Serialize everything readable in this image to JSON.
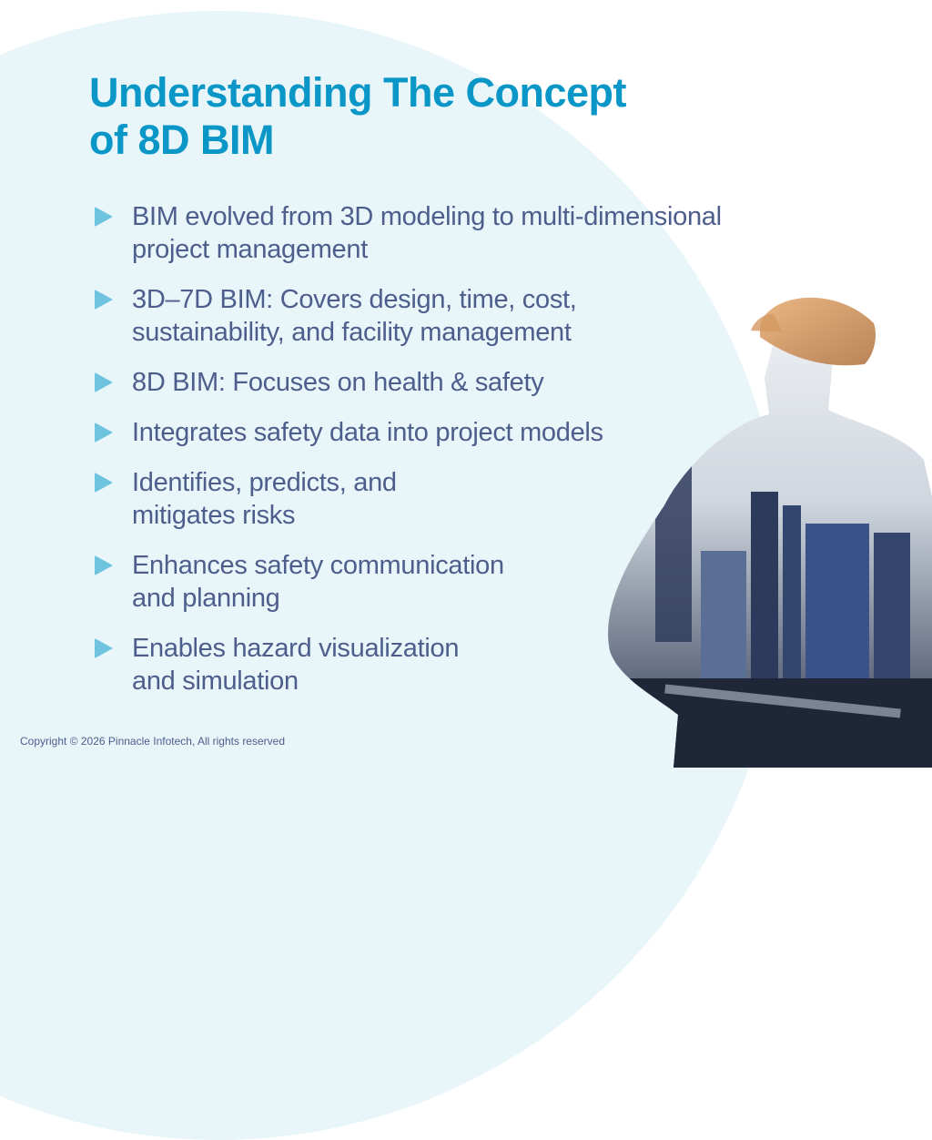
{
  "title": {
    "line1": "Understanding The Concept",
    "line2": "of 8D BIM"
  },
  "bullets": [
    {
      "line1": "BIM evolved from 3D modeling to multi-dimensional",
      "line2": "project management"
    },
    {
      "line1": "3D–7D BIM: Covers design, time, cost,",
      "line2": "sustainability, and facility management"
    },
    {
      "line1": "8D BIM: Focuses on health & safety",
      "line2": ""
    },
    {
      "line1": "Integrates safety data into project models",
      "line2": ""
    },
    {
      "line1": "Identifies, predicts, and",
      "line2": "mitigates risks"
    },
    {
      "line1": "Enhances safety communication",
      "line2": "and planning"
    },
    {
      "line1": "Enables hazard visualization",
      "line2": "and simulation"
    }
  ],
  "footer": {
    "copyright": "Copyright © 2026 Pinnacle Infotech, All rights reserved"
  },
  "image": {
    "description": "double-exposure silhouette of construction worker in hard hat with city skyline"
  },
  "colors": {
    "title": "#0a97c8",
    "body_text": "#4d5e8c",
    "bullet": "#6ec4df",
    "blob": "#e8f5f9"
  }
}
